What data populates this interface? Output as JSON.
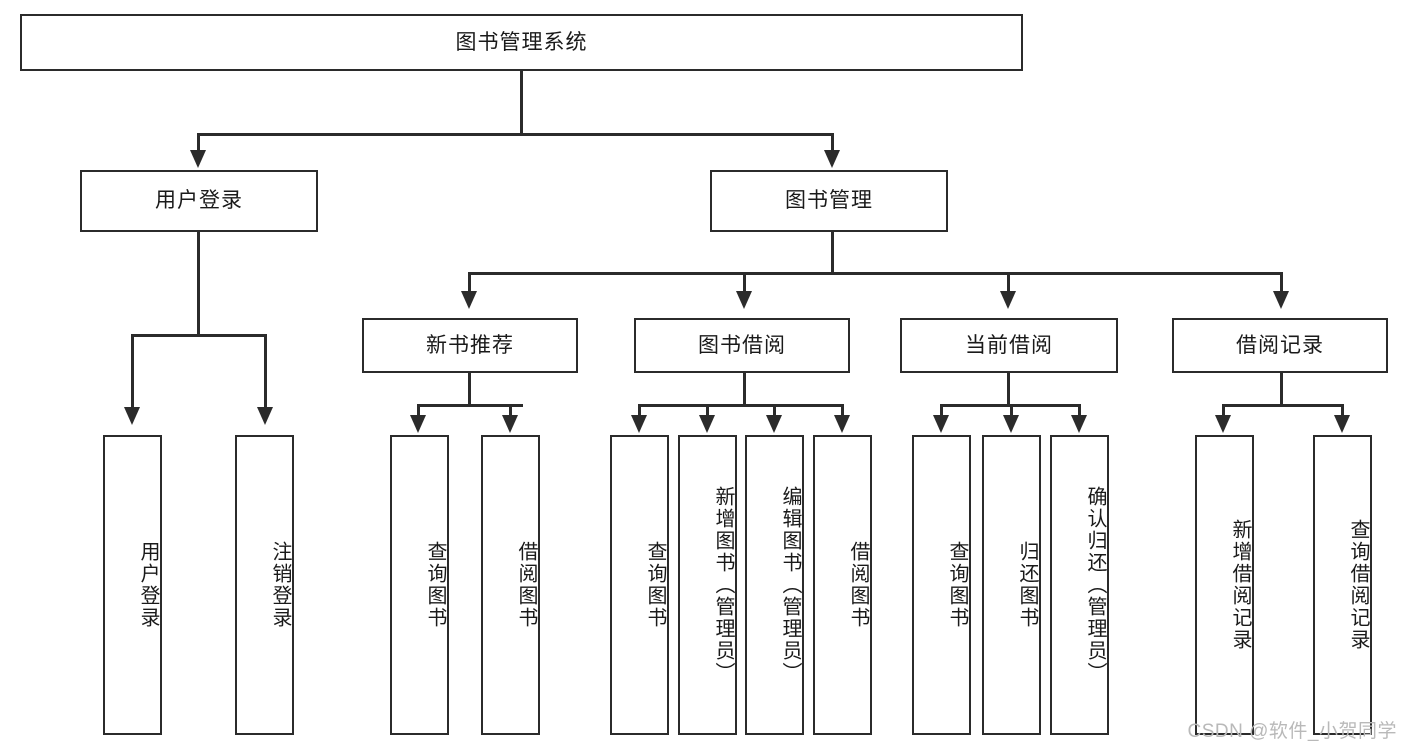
{
  "diagram": {
    "type": "tree",
    "title": "图书管理系统",
    "root": {
      "id": "root",
      "label": "图书管理系统"
    },
    "level2": [
      {
        "id": "user-login",
        "label": "用户登录"
      },
      {
        "id": "book-management",
        "label": "图书管理"
      }
    ],
    "level3": [
      {
        "id": "new-book-recommend",
        "label": "新书推荐",
        "parent": "book-management"
      },
      {
        "id": "book-borrow",
        "label": "图书借阅",
        "parent": "book-management"
      },
      {
        "id": "current-borrow",
        "label": "当前借阅",
        "parent": "book-management"
      },
      {
        "id": "borrow-record",
        "label": "借阅记录",
        "parent": "book-management"
      }
    ],
    "leaves": [
      {
        "id": "leaf-user-login",
        "label": "用户登录",
        "parent": "user-login"
      },
      {
        "id": "leaf-logout",
        "label": "注销登录",
        "parent": "user-login"
      },
      {
        "id": "leaf-query-book-1",
        "label": "查询图书",
        "parent": "new-book-recommend"
      },
      {
        "id": "leaf-borrow-book-1",
        "label": "借阅图书",
        "parent": "new-book-recommend"
      },
      {
        "id": "leaf-query-book-2",
        "label": "查询图书",
        "parent": "book-borrow"
      },
      {
        "id": "leaf-add-book",
        "label": "新增图书（管理员）",
        "parent": "book-borrow"
      },
      {
        "id": "leaf-edit-book",
        "label": "编辑图书（管理员）",
        "parent": "book-borrow"
      },
      {
        "id": "leaf-borrow-book-2",
        "label": "借阅图书",
        "parent": "book-borrow"
      },
      {
        "id": "leaf-query-book-3",
        "label": "查询图书",
        "parent": "current-borrow"
      },
      {
        "id": "leaf-return-book",
        "label": "归还图书",
        "parent": "current-borrow"
      },
      {
        "id": "leaf-confirm-return",
        "label": "确认归还（管理员）",
        "parent": "current-borrow"
      },
      {
        "id": "leaf-add-record",
        "label": "新增借阅记录",
        "parent": "borrow-record"
      },
      {
        "id": "leaf-query-record",
        "label": "查询借阅记录",
        "parent": "borrow-record"
      }
    ]
  },
  "watermark": {
    "text": "CSDN @软件_小贺同学"
  },
  "colors": {
    "stroke": "#2b2b2b",
    "background": "#ffffff",
    "text": "#1a1a1a",
    "watermark": "#b9b9b9"
  }
}
